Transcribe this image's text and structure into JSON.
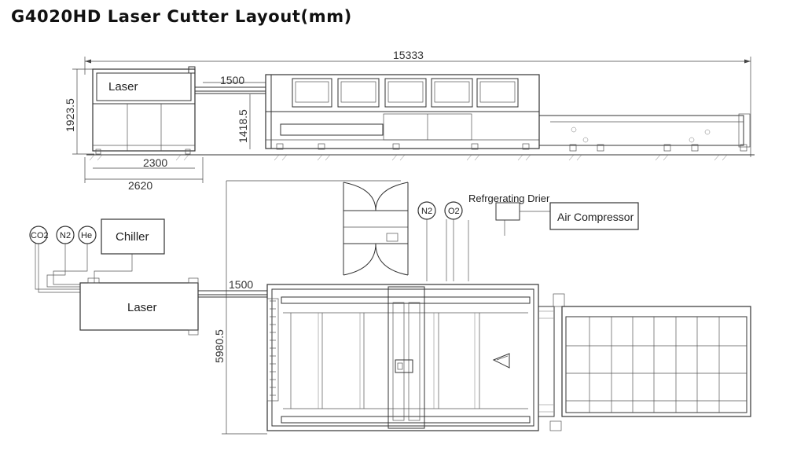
{
  "title": "G4020HD Laser Cutter Layout(mm)",
  "dimensions": {
    "overall_length": "15333",
    "laser_height": "1923.5",
    "pipe_length_side": "1500",
    "machine_height": "1418.5",
    "laser_base": "2300",
    "laser_footprint": "2620",
    "pipe_length_top": "1500",
    "machine_width": "5980.5"
  },
  "labels": {
    "laser_side": "Laser",
    "laser_top": "Laser",
    "chiller": "Chiller",
    "air_compressor": "Air Compressor",
    "refrigerating_drier": "Refrgerating Drier"
  },
  "gas_cylinders": {
    "co2": "CO2",
    "n2_left": "N2",
    "he": "He",
    "n2_right": "N2",
    "o2": "O2"
  }
}
